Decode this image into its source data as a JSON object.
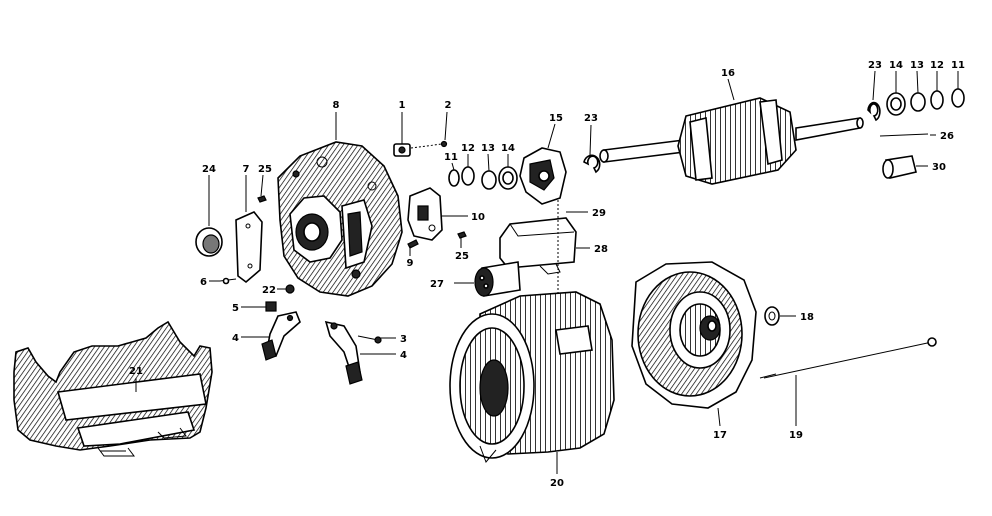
{
  "diagram": {
    "labels": {
      "p1": "1",
      "p2": "2",
      "p3": "3",
      "p4a": "4",
      "p4b": "4",
      "p5": "5",
      "p6": "6",
      "p7": "7",
      "p8": "8",
      "p9": "9",
      "p10": "10",
      "p11a": "11",
      "p11b": "11",
      "p12a": "12",
      "p12b": "12",
      "p13a": "13",
      "p13b": "13",
      "p14a": "14",
      "p14b": "14",
      "p15": "15",
      "p16": "16",
      "p17": "17",
      "p18": "18",
      "p19": "19",
      "p20": "20",
      "p21": "21",
      "p22": "22",
      "p23a": "23",
      "p23b": "23",
      "p24": "24",
      "p25a": "25",
      "p25b": "25",
      "p26": "26",
      "p27": "27",
      "p28": "28",
      "p29": "29",
      "p30": "30"
    }
  }
}
